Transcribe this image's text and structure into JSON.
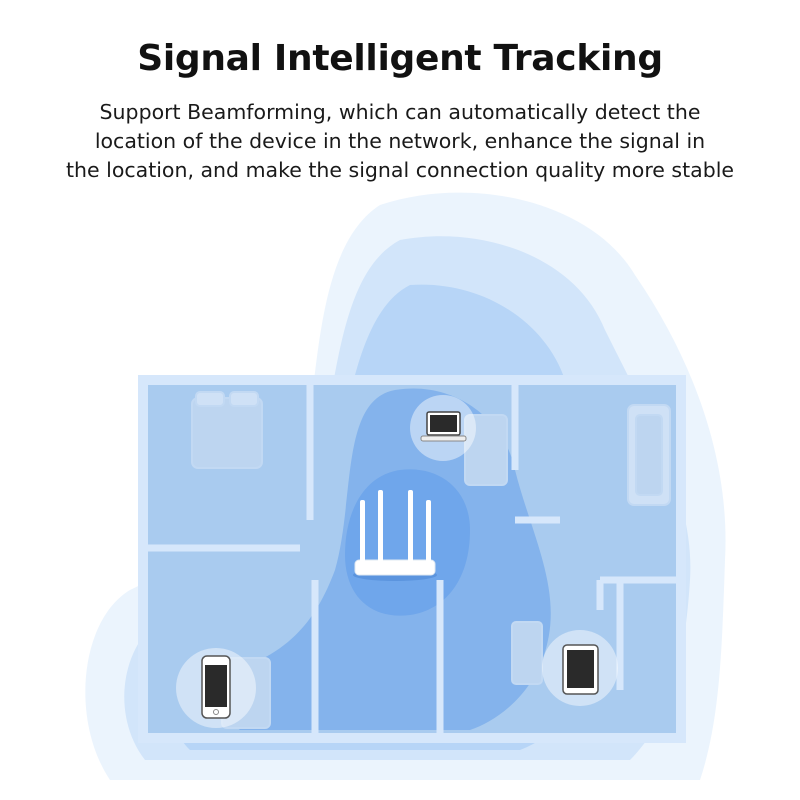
{
  "header": {
    "title": "Signal Intelligent Tracking",
    "description_lines": [
      "Support Beamforming, which can automatically detect the",
      "location of the device in the network, enhance the signal in",
      "the location, and make the signal connection quality more stable"
    ]
  },
  "colors": {
    "floor": "#a9cbef",
    "walls": "#d6e7fb",
    "signal": "#3f8fe8",
    "signal_core": "#2f7fe6"
  },
  "scene": {
    "router": {
      "icon": "router-icon",
      "antennas": 4
    },
    "devices": [
      {
        "name": "laptop",
        "icon": "laptop-icon"
      },
      {
        "name": "smartphone",
        "icon": "smartphone-icon"
      },
      {
        "name": "tablet",
        "icon": "tablet-icon"
      }
    ],
    "furniture": [
      "bed-icon",
      "bed-icon",
      "bed-icon",
      "sofa-icon",
      "desk-icon"
    ]
  }
}
